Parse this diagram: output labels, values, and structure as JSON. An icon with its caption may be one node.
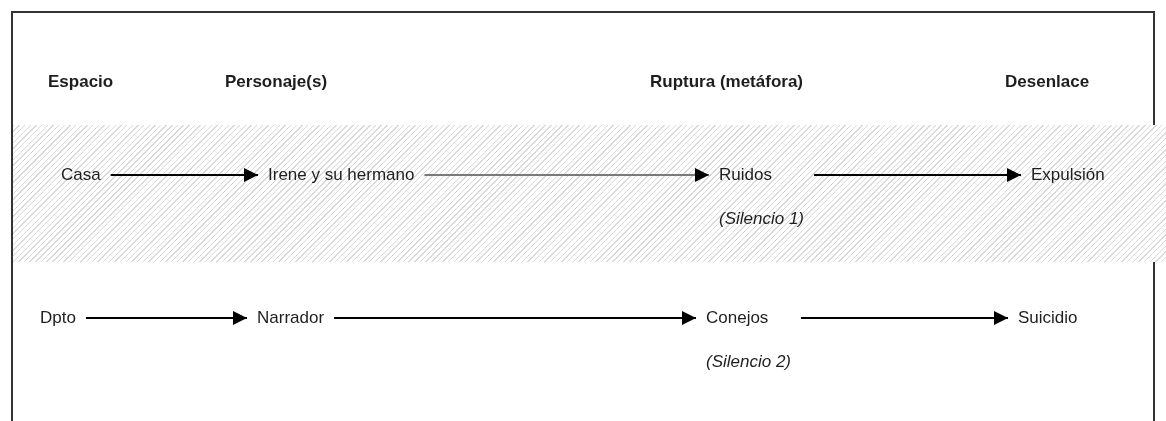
{
  "diagram": {
    "nodes": [
      {
        "text": [],
        "shape": "band"
      },
      {
        "text": [
          "Casa"
        ],
        "in": 0
      },
      {
        "text": [
          "Irene y su hermano"
        ],
        "in": 0
      },
      {
        "text": [
          "Ruidos"
        ],
        "beside": [
          "(Silencio 1)"
        ],
        "in": 0
      },
      {
        "text": [
          "Expulsión"
        ],
        "in": 0
      },
      {
        "text": [
          "Dpto"
        ]
      },
      {
        "text": [
          "Narrador"
        ]
      },
      {
        "text": [
          "Conejos"
        ],
        "beside": [
          "(Silencio 2)"
        ]
      },
      {
        "text": [
          "Suicidio"
        ]
      }
    ],
    "edges": [
      {
        "from": 1,
        "to": 2,
        "arrow": "to"
      },
      {
        "from": 2,
        "to": 3,
        "arrow": "to",
        "color": "#7a7a7a"
      },
      {
        "from": 3,
        "to": 4,
        "arrow": "to"
      },
      {
        "from": 5,
        "to": 6,
        "arrow": "to"
      },
      {
        "from": 6,
        "to": 7,
        "arrow": "to"
      },
      {
        "from": 7,
        "to": 8,
        "arrow": "to"
      }
    ],
    "labels": [
      "Espacio",
      "Personaje(s)",
      "Ruptura (metáfora)",
      "Desenlace"
    ]
  }
}
